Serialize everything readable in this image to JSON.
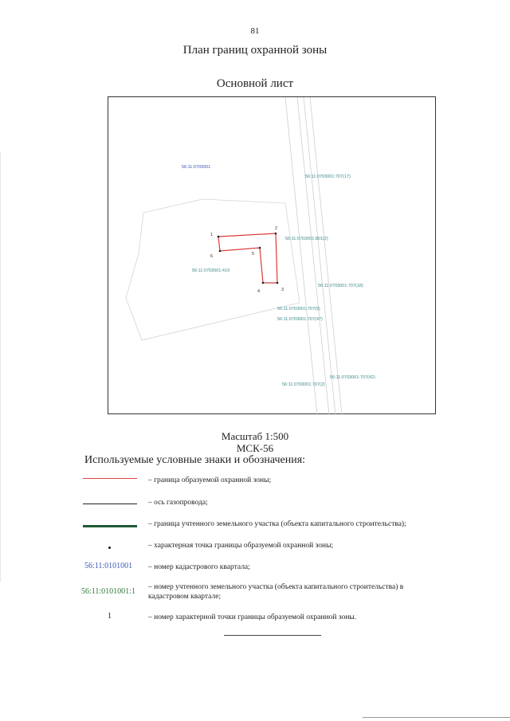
{
  "page_number": "81",
  "title": "План границ охранной зоны",
  "subtitle": "Основной лист",
  "map": {
    "quarter_label": "56:11:0703001",
    "labels": {
      "p707_17": "56:11:0703001:707(17)",
      "p801_2": "56:11:0703001:801(2)",
      "p419": "56:11:0703001:419",
      "p707_18": "56:11:0703001:707(18)",
      "p707_5": "56:11:0703001:707(5)",
      "p707_47": "56:11:0703001:707(47)",
      "p707_42": "56:11:0703001:707(42)",
      "p707_2": "56:11:0703001:707(2)"
    },
    "points": {
      "pt1": "1",
      "pt2": "2",
      "pt3": "3",
      "pt4": "4",
      "pt5": "5",
      "pt6": "6"
    },
    "colors": {
      "boundary": "#d93a3a",
      "quarter": "#3a56b4",
      "parcel": "#3c8a8a",
      "faint": "#cfcfcf"
    }
  },
  "scale": "Масштаб 1:500",
  "crs": "МСК-56",
  "legend": {
    "heading": "Используемые условные знаки и обозначения:",
    "items": [
      {
        "desc": "– граница образуемой охранной зоны;"
      },
      {
        "desc": "– ось газопровода;"
      },
      {
        "desc": "– граница учтенного земельного участка (объекта капитального строительства);"
      },
      {
        "desc": "– характерная точка границы образуемой охранной зоны;"
      },
      {
        "code": "56:11:0101001",
        "desc": "– номер кадастрового квартала;"
      },
      {
        "code": "56:11:0101001:1",
        "desc": "– номер учтенного земельного участка (объекта капитального строительства) в кадастровом квартале;"
      },
      {
        "code": "1",
        "desc": "– номер характерной точки границы образуемой охранной зоны."
      }
    ],
    "colors": {
      "red_line": "#e04545",
      "axis_line": "#222222",
      "green_line": "#1f5a35",
      "quarter_code": "#3a56b4",
      "parcel_code": "#2e7a3a"
    }
  }
}
